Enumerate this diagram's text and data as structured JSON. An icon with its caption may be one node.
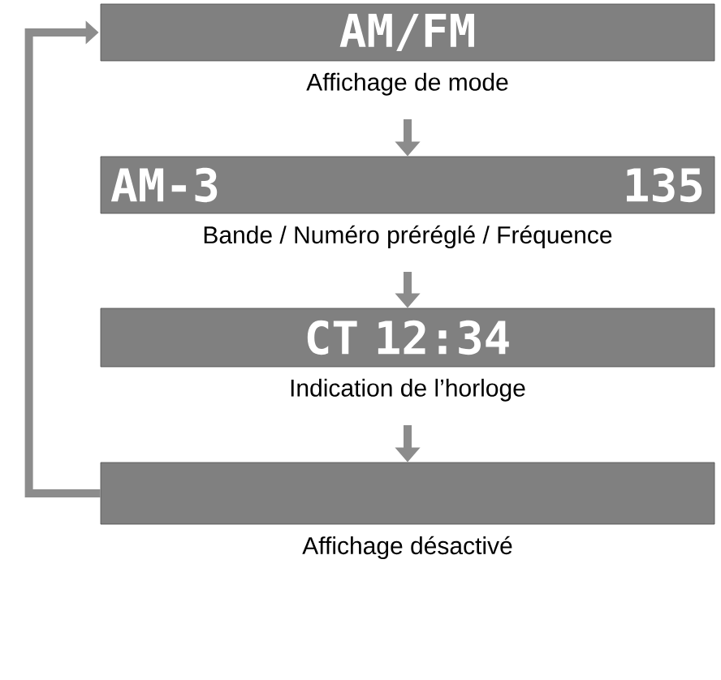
{
  "diagram": {
    "nodes": [
      {
        "text": [
          "AM/FM"
        ],
        "beside": [
          "Affichage de mode"
        ]
      },
      {
        "text": [
          "AM-3",
          "135"
        ],
        "beside": [
          "Bande / Numéro préréglé / Fréquence"
        ]
      },
      {
        "text": [
          "CT 12:34"
        ],
        "beside": [
          "Indication de l’horloge"
        ]
      },
      {
        "text": [],
        "shape": "bar",
        "beside": [
          "Affichage désactivé"
        ]
      }
    ],
    "edges": [
      {
        "from": 0,
        "to": 1,
        "arrow": "to"
      },
      {
        "from": 1,
        "to": 2,
        "arrow": "to"
      },
      {
        "from": 2,
        "to": 3,
        "arrow": "to"
      },
      {
        "from": 3,
        "to": 0,
        "arrow": "to"
      }
    ]
  }
}
